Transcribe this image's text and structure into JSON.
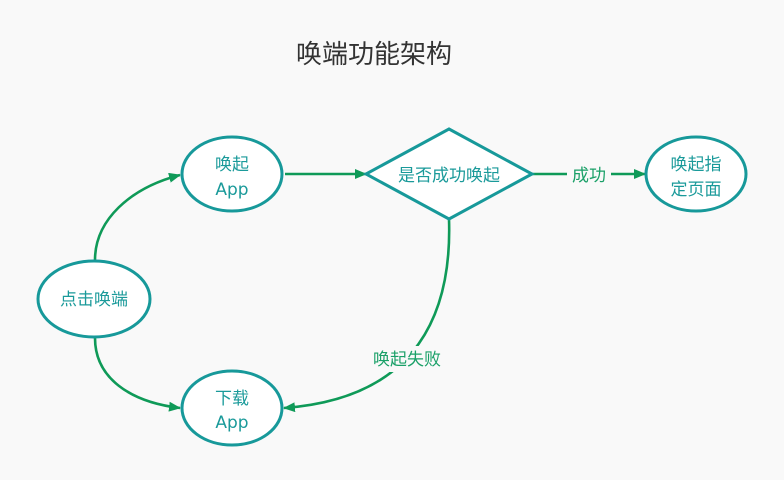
{
  "title": "唤端功能架构",
  "colors": {
    "background": "#f9f9f9",
    "node_stroke": "#17999a",
    "node_text": "#1a9a9a",
    "edge": "#0f9a58",
    "edge_label": "#1aa068",
    "title_text": "#333333"
  },
  "nodes": {
    "click": {
      "lines": [
        "点击唤端"
      ]
    },
    "open_app": {
      "lines": [
        "唤起",
        "App"
      ]
    },
    "check": {
      "lines": [
        "是否成功唤起"
      ]
    },
    "open_page": {
      "lines": [
        "唤起指",
        "定页面"
      ]
    },
    "download": {
      "lines": [
        "下载",
        "App"
      ]
    }
  },
  "edges": {
    "success_label": "成功",
    "fail_label": "唤起失败"
  }
}
